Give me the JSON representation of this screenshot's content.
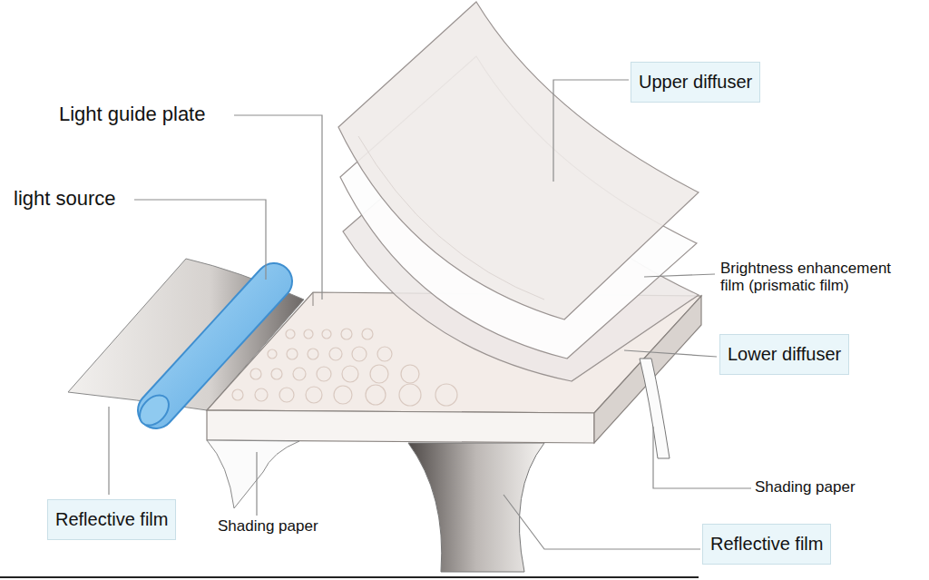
{
  "diagram": {
    "nodes": [
      {
        "text": [
          "Upper diffuser"
        ]
      },
      {
        "text": [
          "Lower diffuser"
        ]
      },
      {
        "text": [
          "Reflective film"
        ]
      },
      {
        "text": [
          "Reflective film"
        ]
      }
    ],
    "labels": [
      "Light guide plate",
      "light source",
      "Brightness enhancement film (prismatic film)",
      "Shading paper",
      "Shading paper"
    ]
  }
}
